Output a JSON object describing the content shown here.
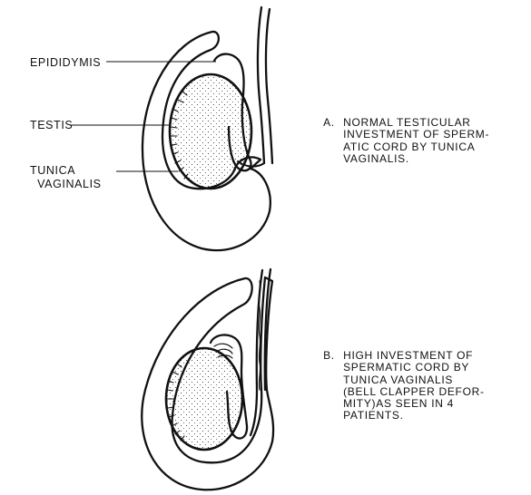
{
  "panel_a": {
    "labels": {
      "epididymis": "EPIDIDYMIS",
      "testis": "TESTIS",
      "tunica": "TUNICA\n  VAGINALIS"
    },
    "caption_letter": "A.",
    "caption_text": "NORMAL TESTICULAR\nINVESTMENT OF SPERM-\nATIC CORD BY TUNICA\nVAGINALIS."
  },
  "panel_b": {
    "caption_letter": "B.",
    "caption_text": "HIGH INVESTMENT OF\nSPERMATIC CORD BY\nTUNICA VAGINALIS\n(BELL CLAPPER DEFOR-\nMITY)AS SEEN IN 4\nPATIENTS."
  },
  "colors": {
    "ink": "#111111",
    "background": "#ffffff"
  }
}
